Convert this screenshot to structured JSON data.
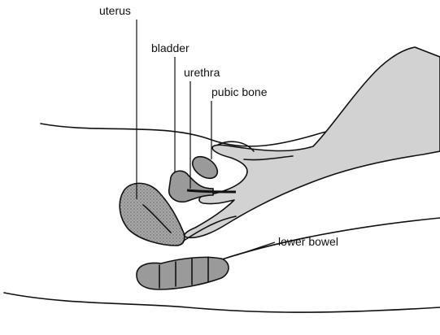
{
  "labels": {
    "uterus": "uterus",
    "bladder": "bladder",
    "urethra": "urethra",
    "pubic_bone": "pubic bone",
    "lower_bowel": "lower bowel"
  },
  "colors": {
    "ink": "#111111",
    "organ_fill": "#9a9a9a",
    "hand_fill": "#d2d2d2",
    "background": "#ffffff"
  }
}
